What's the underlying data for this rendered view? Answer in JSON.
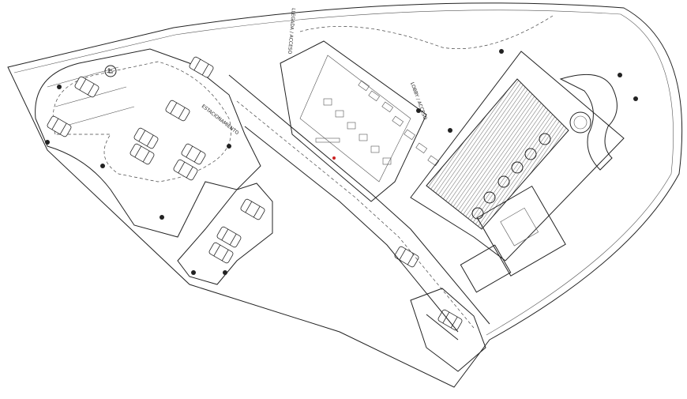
{
  "drawing": {
    "labels": {
      "parking_label": "ESTACIONAMIENTO",
      "lobby_label": "LOBBY / ACCESO",
      "entrance_label": "LLEGADA / ACCESO"
    },
    "colors": {
      "line": "#222222",
      "accent_red": "#cc2222",
      "background": "#ffffff"
    },
    "icons": [
      "accessible-parking-icon"
    ]
  }
}
